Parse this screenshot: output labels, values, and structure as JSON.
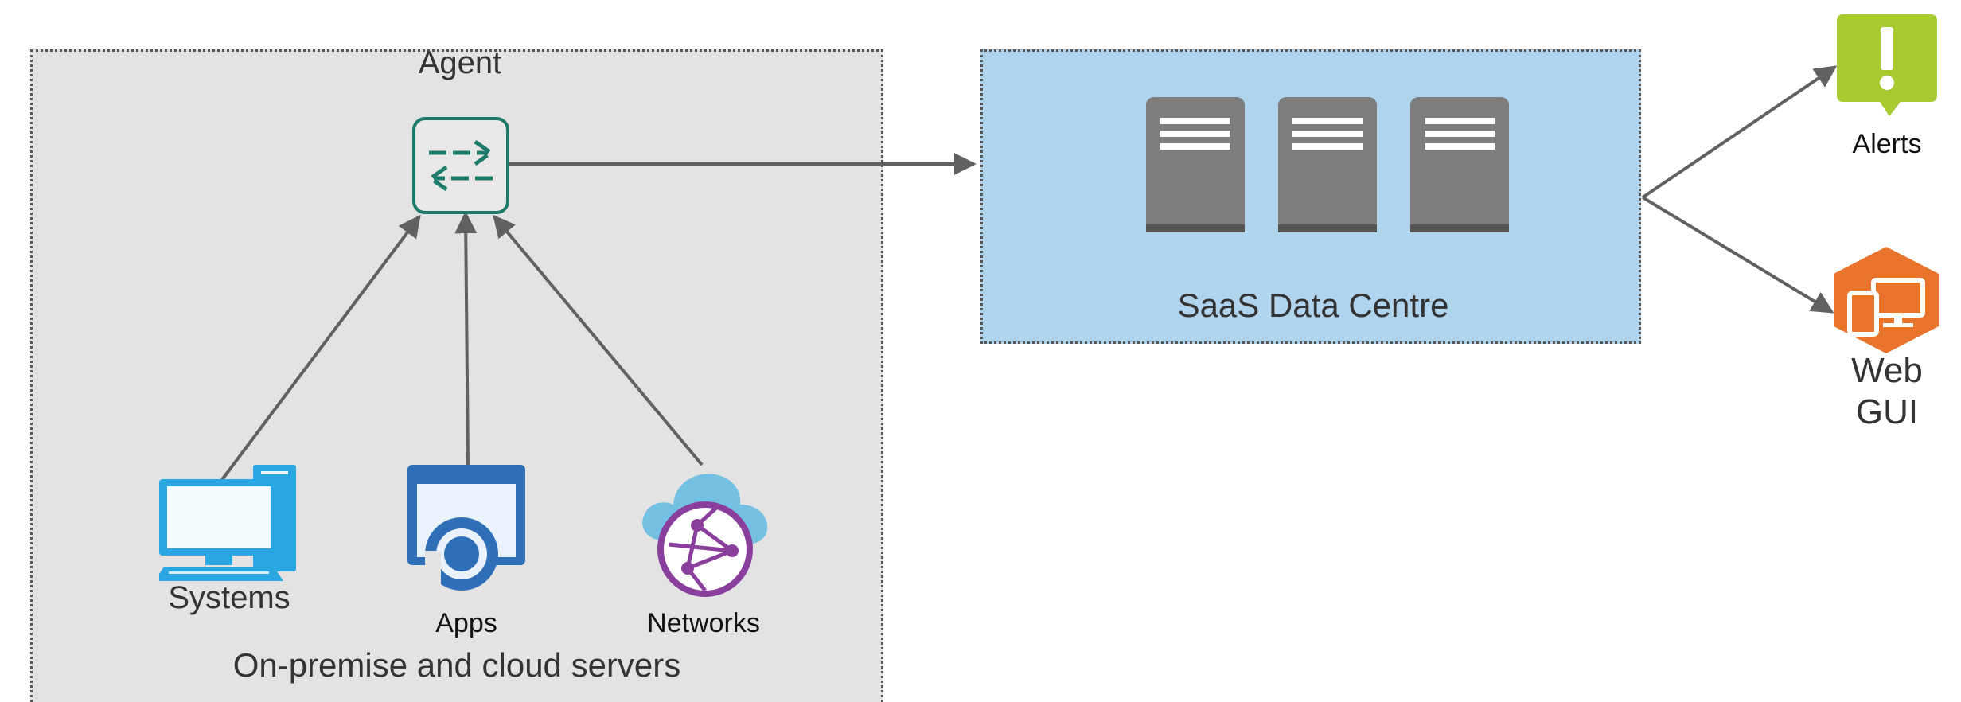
{
  "colors": {
    "onprem_fill": "#e3e3e3",
    "saas_fill": "#b0d4ee",
    "border": "#555555",
    "arrow": "#616161",
    "agent_teal": "#1e7b6b",
    "system_blue": "#2aa7e0",
    "app_blue": "#2f6fb8",
    "cloud_blue": "#74c0e3",
    "network_purple": "#8a3f9c",
    "server_gray": "#7d7d7d",
    "alert_green": "#a8cc2f",
    "webgui_orange": "#e8732a"
  },
  "onprem": {
    "title": "Agent",
    "caption": "On-premise and cloud servers"
  },
  "agent": {
    "icon": "agent-transfer-icon"
  },
  "sources": [
    {
      "key": "systems",
      "label": "Systems",
      "icon": "desktop-computer-icon"
    },
    {
      "key": "apps",
      "label": "Apps",
      "icon": "application-icon"
    },
    {
      "key": "networks",
      "label": "Networks",
      "icon": "cloud-network-icon"
    }
  ],
  "saas": {
    "label": "SaaS Data Centre",
    "server_icon": "server-icon",
    "server_count": 3
  },
  "outputs": [
    {
      "key": "alerts",
      "label": "Alerts",
      "icon": "alert-icon"
    },
    {
      "key": "webgui",
      "label": "Web\nGUI",
      "icon": "web-gui-icon"
    }
  ]
}
